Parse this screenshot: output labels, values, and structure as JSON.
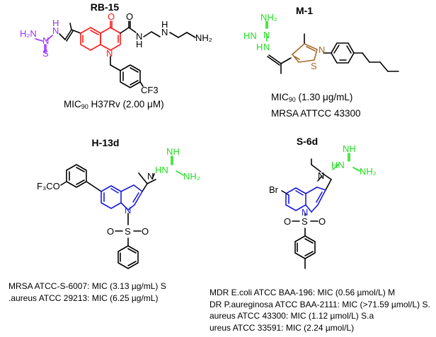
{
  "compounds": [
    {
      "name": "RB-15",
      "captions": [
        "MIC90 H37Rv (2.00 µM)"
      ],
      "labels": {
        "nh2_left": "H₂N",
        "n_left": "N",
        "h_left": "H",
        "n_imine": "N",
        "s": "S",
        "o_top": "O",
        "o_amide": "O",
        "n_ring": "N",
        "nh_amide": "N",
        "h_amide": "H",
        "nh_mid": "N",
        "h_mid": "H",
        "nh2_right": "NH₂",
        "cf3": "CF3"
      }
    },
    {
      "name": "M-1",
      "captions": [
        "MIC90 (1.30 µg/mL)",
        "MRSA ATTCC 43300"
      ],
      "labels": {
        "nh2": "NH₂",
        "hn": "HN",
        "n": "N",
        "h": "H",
        "n_imine": "N",
        "n_thz": "N",
        "s_thz": "S"
      }
    },
    {
      "name": "H-13d",
      "captions": [
        "MRSA ATCC-S-6007: MIC (3.13 µg/mL) S",
        ".aureus ATCC 29213: MIC (6.25 µg/mL)"
      ],
      "labels": {
        "nh": "NH",
        "hn": "HN",
        "n_imine": "N",
        "nh2": "NH₂",
        "f3co": "F₃CO",
        "n_ring": "N",
        "s": "S",
        "o1": "O",
        "o2": "O"
      }
    },
    {
      "name": "S-6d",
      "captions": [
        "MDR E.coli ATCC BAA-196: MIC (0.56 µmol/L) M",
        "DR P.aureginosa ATCC BAA-2111: MIC (>71.59 µmol/L) S.",
        "aureus ATCC 43300: MIC (1.12 µmol/L) S.a",
        "ureus ATCC 33591: MIC (2.24 µmol/L)"
      ],
      "labels": {
        "nh": "NH",
        "hn": "HN",
        "n_imine": "N",
        "nh2": "NH₂",
        "br": "Br",
        "n_ring": "N",
        "s": "S",
        "o1": "O",
        "o2": "O"
      }
    }
  ],
  "colors": {
    "purple": "#9b30ff",
    "red": "#ff1a1a",
    "green": "#22dd22",
    "brown": "#a5692a",
    "blue": "#1a1adb",
    "black": "#000000"
  }
}
